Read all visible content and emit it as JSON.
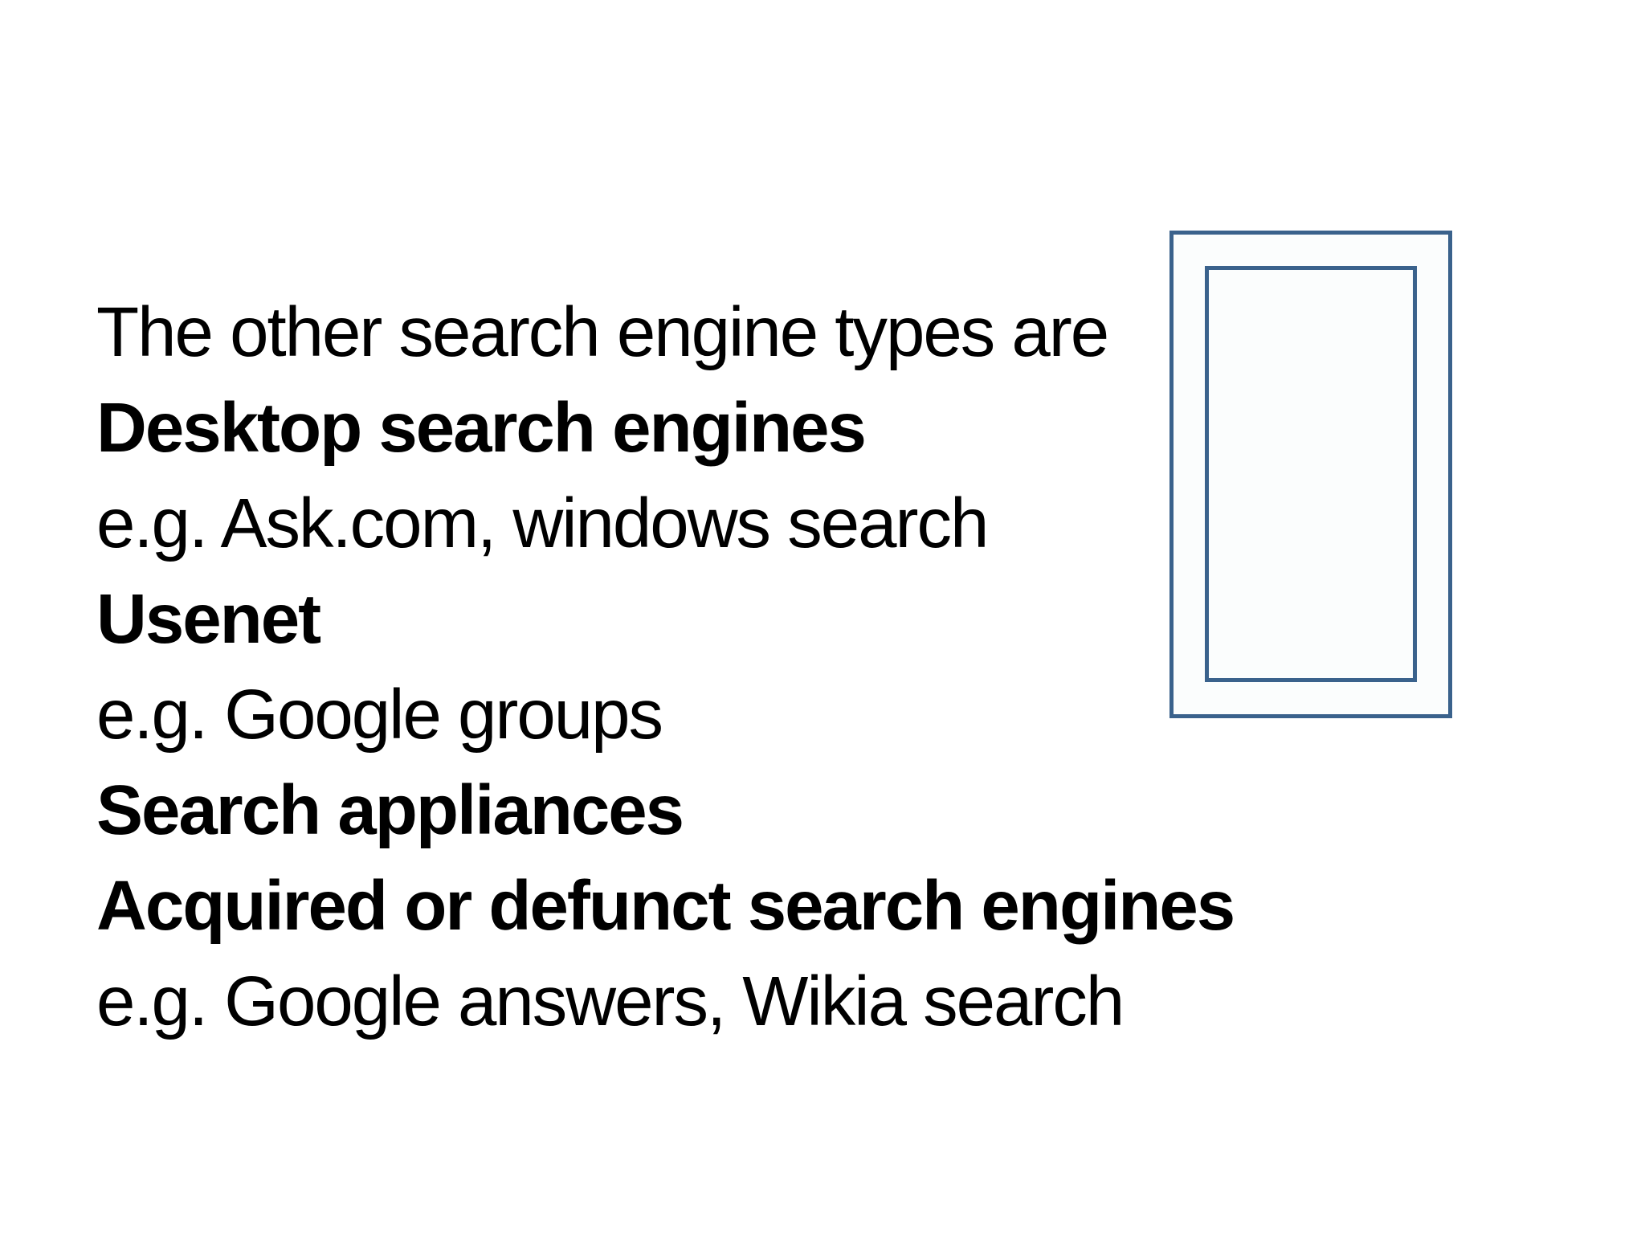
{
  "slide": {
    "background_color": "#ffffff",
    "text_color": "#000000",
    "lines": [
      {
        "text": "The other search engine types are",
        "bold": false
      },
      {
        "text": "Desktop search engines",
        "bold": true
      },
      {
        "text": "e.g. Ask.com, windows search",
        "bold": false
      },
      {
        "text": "Usenet",
        "bold": true
      },
      {
        "text": "e.g. Google groups",
        "bold": false
      },
      {
        "text": "Search appliances",
        "bold": true
      },
      {
        "text": "Acquired or defunct search engines",
        "bold": true
      },
      {
        "text": "e.g. Google answers, Wikia search",
        "bold": false
      }
    ],
    "shape": {
      "kind": "double-rectangle-placeholder",
      "border_color": "#3a628c",
      "fill_color": "#fbfdfd"
    }
  }
}
